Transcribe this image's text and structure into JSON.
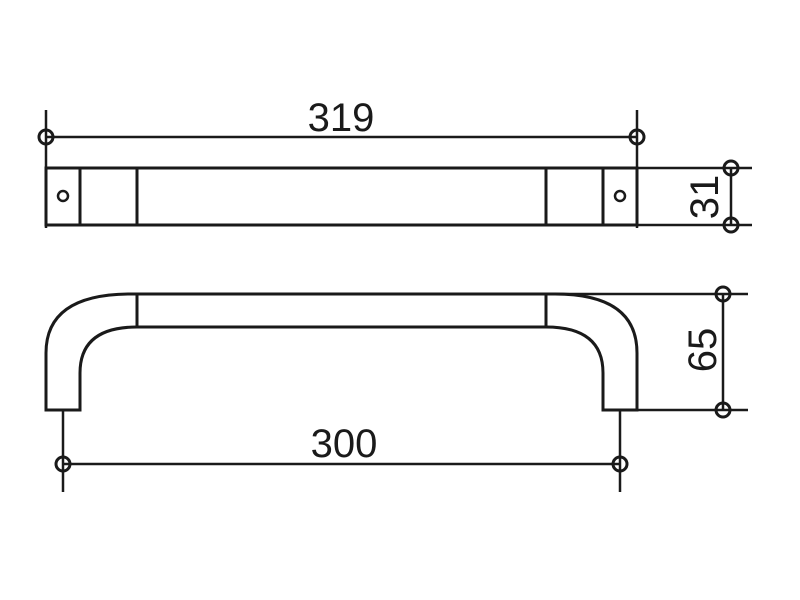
{
  "drawing": {
    "dimensions": {
      "top_width": "319",
      "top_height": "31",
      "side_depth": "65",
      "bottom_span": "300"
    }
  }
}
